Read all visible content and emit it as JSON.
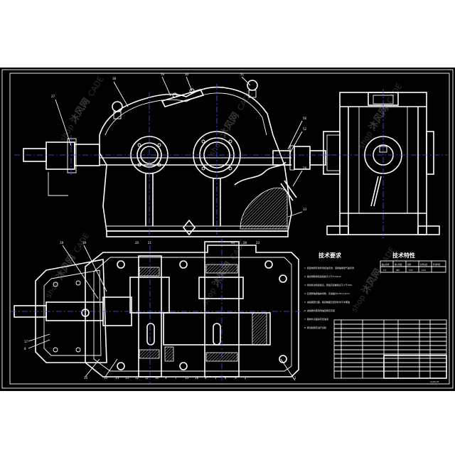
{
  "drawing": {
    "background": "#000000",
    "line_color": "#ffffff",
    "center_line_color": "#3b5bff",
    "dimension_color": "#e8e27a"
  },
  "requirements": {
    "title": "技术要求",
    "items": [
      "1. 装配前所有零件用煤油清洗，滚动轴承用汽油清洗",
      "2. 啮合侧隙用铅丝检验不小于0.16mm",
      "3. 用涂色法检验斑点，按齿高接触斑点不小于40%",
      "4. 应调整轴承轴向间隙，高速轴为0.05-0.1mm",
      "5. 减速器剖分面、各接触面及密封处均不许漏油",
      "6. 减速器内装润滑油至规定高度",
      "7. 箱体外表面涂灰色油漆",
      "8. 按试验规范进行试验"
    ]
  },
  "characteristics": {
    "title": "技术特性",
    "headers": [
      "输入功率",
      "输入转速",
      "效率",
      "总传动比",
      "传动特性"
    ],
    "values": [
      "4.5",
      "960",
      "0.93",
      "19.6",
      ""
    ]
  },
  "title_block": {
    "drawing_no": "CJ-JSQ-00"
  },
  "callouts": {
    "front": [
      "38",
      "27",
      "59",
      "30",
      "51",
      "56",
      "52",
      "29",
      "33"
    ],
    "plan": [
      "18",
      "17",
      "8",
      "21",
      "20",
      "19",
      "64",
      "23",
      "28",
      "1",
      "34",
      "35",
      "7",
      "2",
      "3",
      "4",
      "5",
      "6",
      "9",
      "10",
      "11",
      "12",
      "13",
      "14",
      "15",
      "16"
    ]
  },
  "watermark": {
    "text": "沐风网",
    "sub": "shop",
    "brand": "CADE"
  }
}
